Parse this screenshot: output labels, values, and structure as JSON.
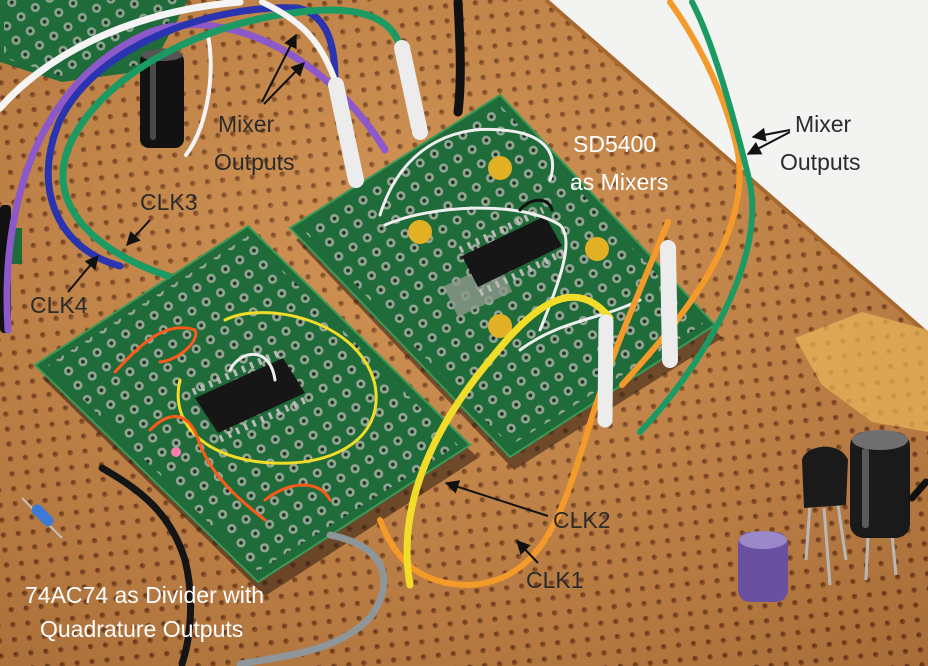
{
  "labels": {
    "mixer_outputs_left": {
      "line1": "Mixer",
      "line2": "Outputs"
    },
    "mixer_outputs_right": {
      "line1": "Mixer",
      "line2": "Outputs"
    },
    "sd5400": {
      "line1": "SD5400",
      "line2": "as Mixers"
    },
    "clk1": "CLK1",
    "clk2": "CLK2",
    "clk3": "CLK3",
    "clk4": "CLK4",
    "divider": {
      "line1": "74AC74 as Divider with",
      "line2": "Quadrature Outputs"
    }
  },
  "colors": {
    "perfboard": "#c78749",
    "pcb": "#1f6b39",
    "chip": "#161616",
    "tantalum_cap": "#e2b025",
    "wire_green": "#1c9a63",
    "wire_orange": "#f39a2a",
    "wire_yellow": "#f2dc2a",
    "wire_blue": "#2a33b0",
    "wire_purple": "#8d58c9",
    "wire_white": "#f4f4f4"
  }
}
